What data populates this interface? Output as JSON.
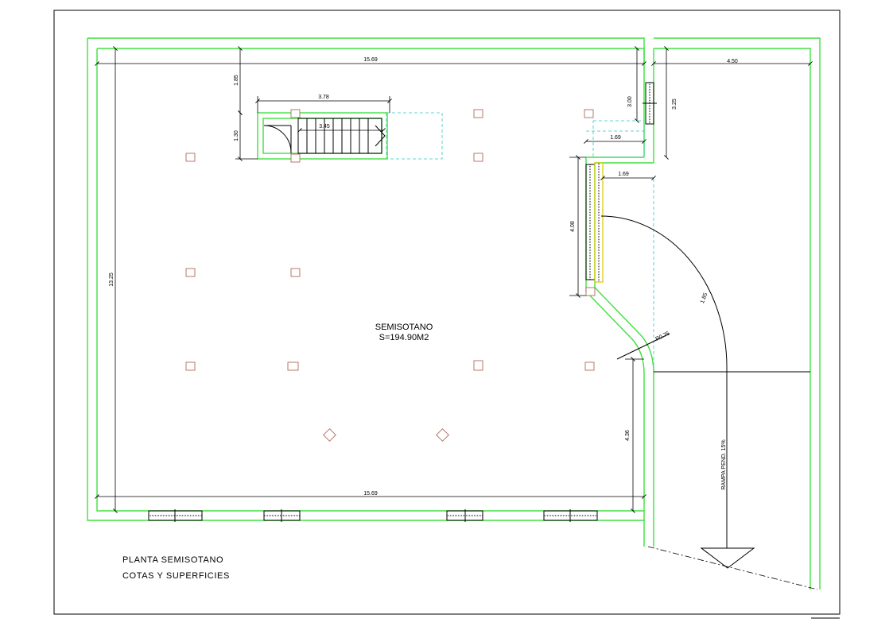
{
  "dimensions": {
    "top_width": "15.69",
    "bottom_width": "15.69",
    "right_width": "4.50",
    "left_height": "13.25",
    "stair_offset": "1.85",
    "stair_height": "1.30",
    "stair_length": "3.78",
    "stair_run": "3.45",
    "shaft_height": "3.00",
    "right_height": "3.25",
    "shaft_width": "1.69",
    "ramp_wall_width": "1.69",
    "ramp_wall_height": "4.08",
    "radius_small": "R0.75",
    "radius_large": "1.85",
    "lower_height": "4.36"
  },
  "room": {
    "name": "SEMISOTANO",
    "area": "S=194.90M2"
  },
  "ramp": {
    "label": "RAMPA PEND. 15%"
  },
  "legend": {
    "line1": "PLANTA  SEMISOTANO",
    "line2": "COTAS  Y  SUPERFICIES"
  },
  "colors": {
    "wall": "#3fe03f",
    "dashed": "#2ec7c7",
    "column": "#b06a5a",
    "ink": "#000000"
  }
}
